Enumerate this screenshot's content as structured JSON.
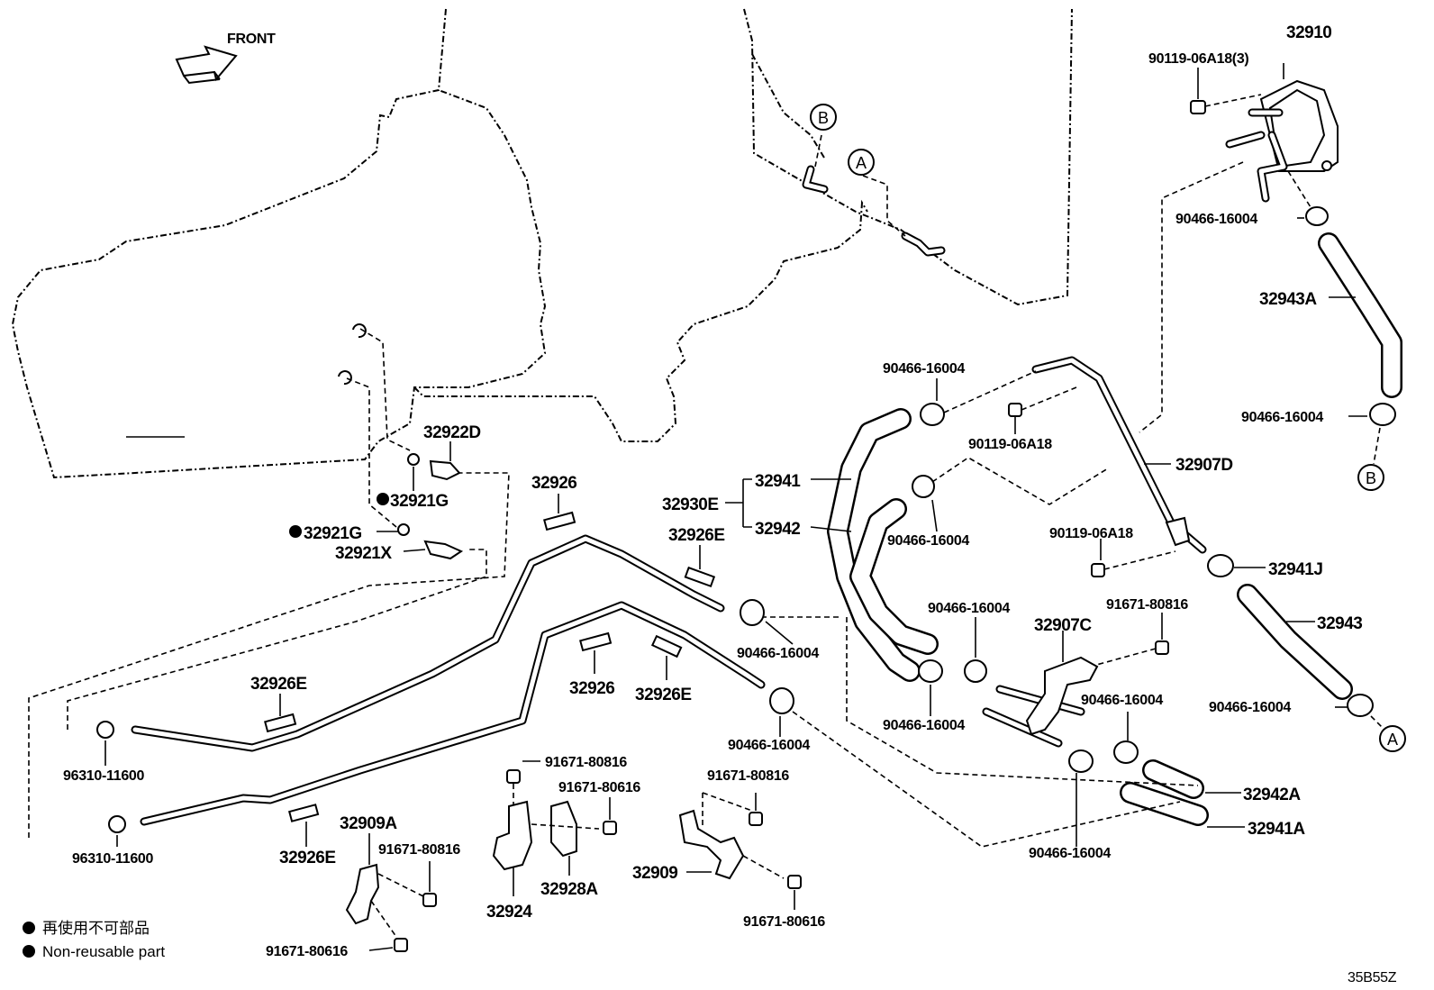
{
  "direction": {
    "label": "FRONT"
  },
  "refs": {
    "a": "A",
    "b": "B"
  },
  "parts": {
    "p32910": "32910",
    "p90119_06A18_3": "90119-06A18(3)",
    "p90466_top": "90466-16004",
    "p32943A": "32943A",
    "p90466_right_mid": "90466-16004",
    "p90466_upper_center": "90466-16004",
    "p90119_06A18_center": "90119-06A18",
    "p32907D": "32907D",
    "p32922D": "32922D",
    "p32921G_a": "32921G",
    "p32921G_b": "32921G",
    "p32921X": "32921X",
    "p32926_top": "32926",
    "p32930E": "32930E",
    "p32941": "32941",
    "p32942": "32942",
    "p32926E_top": "32926E",
    "p90466_mid_center": "90466-16004",
    "p90119_06A18_right": "90119-06A18",
    "p32941J": "32941J",
    "p91671_80816_right": "91671-80816",
    "p32943": "32943",
    "p90466_left_pipe": "90466-16004",
    "p90466_center_col": "90466-16004",
    "p32907C": "32907C",
    "p90466_lower_left": "90466-16004",
    "p90466_lower_center": "90466-16004",
    "p90466_far_right": "90466-16004",
    "p32942A": "32942A",
    "p32941A": "32941A",
    "p90466_bottom_center": "90466-16004",
    "p32926E_left": "32926E",
    "p32926_mid": "32926",
    "p32926E_mid": "32926E",
    "p90466_pipe_end": "90466-16004",
    "p96310_top": "96310-11600",
    "p96310_bottom": "96310-11600",
    "p32926E_bottom": "32926E",
    "p32909A": "32909A",
    "p91671_80816_left": "91671-80816",
    "p91671_80616_left": "91671-80616",
    "p91671_80816_mid": "91671-80816",
    "p91671_80616_mid": "91671-80616",
    "p32924": "32924",
    "p32928A": "32928A",
    "p91671_80816_lowmid": "91671-80816",
    "p32909": "32909",
    "p91671_80616_low": "91671-80616"
  },
  "legend": {
    "line1": "再使用不可部品",
    "line2": "Non-reusable part"
  },
  "catalog_code": "35B55Z"
}
